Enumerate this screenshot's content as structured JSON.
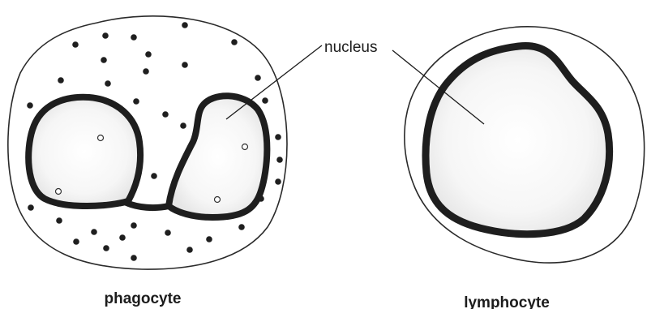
{
  "labels": {
    "nucleus": "nucleus",
    "phagocyte": "phagocyte",
    "lymphocyte": "lymphocyte"
  },
  "colors": {
    "ink": "#1c1c1c",
    "nucleus_fill": "#f7f7f7",
    "cytoplasm": "#ffffff"
  }
}
